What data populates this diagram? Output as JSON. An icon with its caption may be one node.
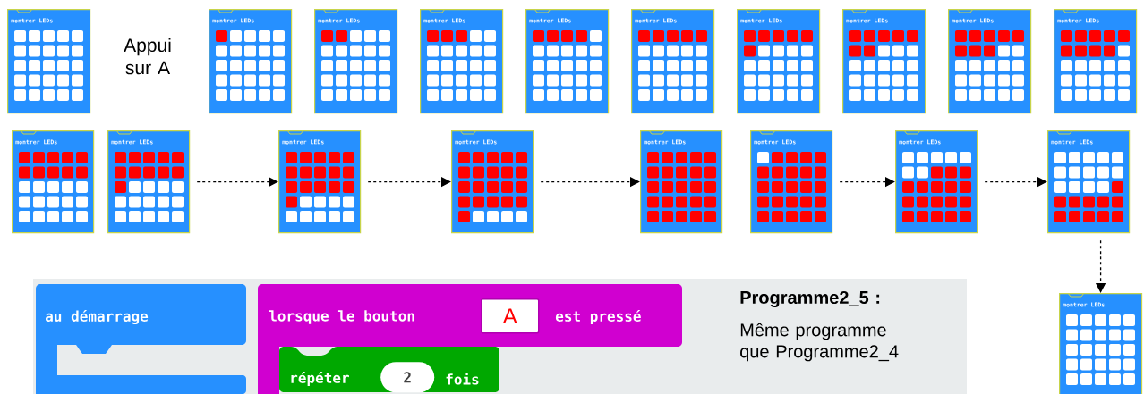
{
  "diagram": {
    "nodes": [
      {
        "text": [
          "montrer LEDs"
        ]
      },
      {
        "text": [
          "montrer LEDs"
        ]
      },
      {
        "text": [
          "montrer LEDs"
        ]
      },
      {
        "text": [
          "montrer LEDs"
        ]
      },
      {
        "text": [
          "montrer LEDs"
        ]
      },
      {
        "text": [
          "montrer LEDs"
        ]
      },
      {
        "text": [
          "montrer LEDs"
        ]
      },
      {
        "text": [
          "montrer LEDs"
        ]
      },
      {
        "text": [
          "montrer LEDs"
        ]
      },
      {
        "text": [
          "montrer LEDs"
        ]
      },
      {
        "text": [
          "montrer LEDs"
        ]
      },
      {
        "text": [
          "montrer LEDs"
        ]
      },
      {
        "text": [
          "montrer LEDs"
        ]
      },
      {
        "text": [
          "montrer LEDs"
        ]
      },
      {
        "text": [
          "montrer LEDs"
        ]
      },
      {
        "text": [
          "montrer LEDs"
        ]
      },
      {
        "text": [
          "montrer LEDs"
        ]
      },
      {
        "text": [
          "montrer LEDs"
        ]
      },
      {
        "text": [
          "montrer LEDs"
        ]
      },
      {
        "text": [
          "au démarrage"
        ]
      },
      {
        "text": [
          "lorsque le bouton",
          "est pressé"
        ]
      },
      {
        "text": [
          "A"
        ],
        "in": 20
      },
      {
        "text": [
          "répéter",
          "fois"
        ]
      },
      {
        "text": [
          "2"
        ],
        "in": 22
      }
    ],
    "edges": [
      {
        "from": 11,
        "to": 12,
        "arrow": "to",
        "style": "dashed"
      },
      {
        "from": 12,
        "to": 13,
        "arrow": "to",
        "style": "dashed"
      },
      {
        "from": 13,
        "to": 14,
        "arrow": "to",
        "style": "dashed"
      },
      {
        "from": 15,
        "to": 16,
        "arrow": "to",
        "style": "dashed"
      },
      {
        "from": 16,
        "to": 17,
        "arrow": "to",
        "style": "dashed"
      },
      {
        "from": 17,
        "to": 18,
        "arrow": "to",
        "style": "dashed"
      }
    ],
    "labels": [
      "Appui sur A",
      "Programme2_5 :",
      "Même programme que Programme2_4"
    ]
  }
}
